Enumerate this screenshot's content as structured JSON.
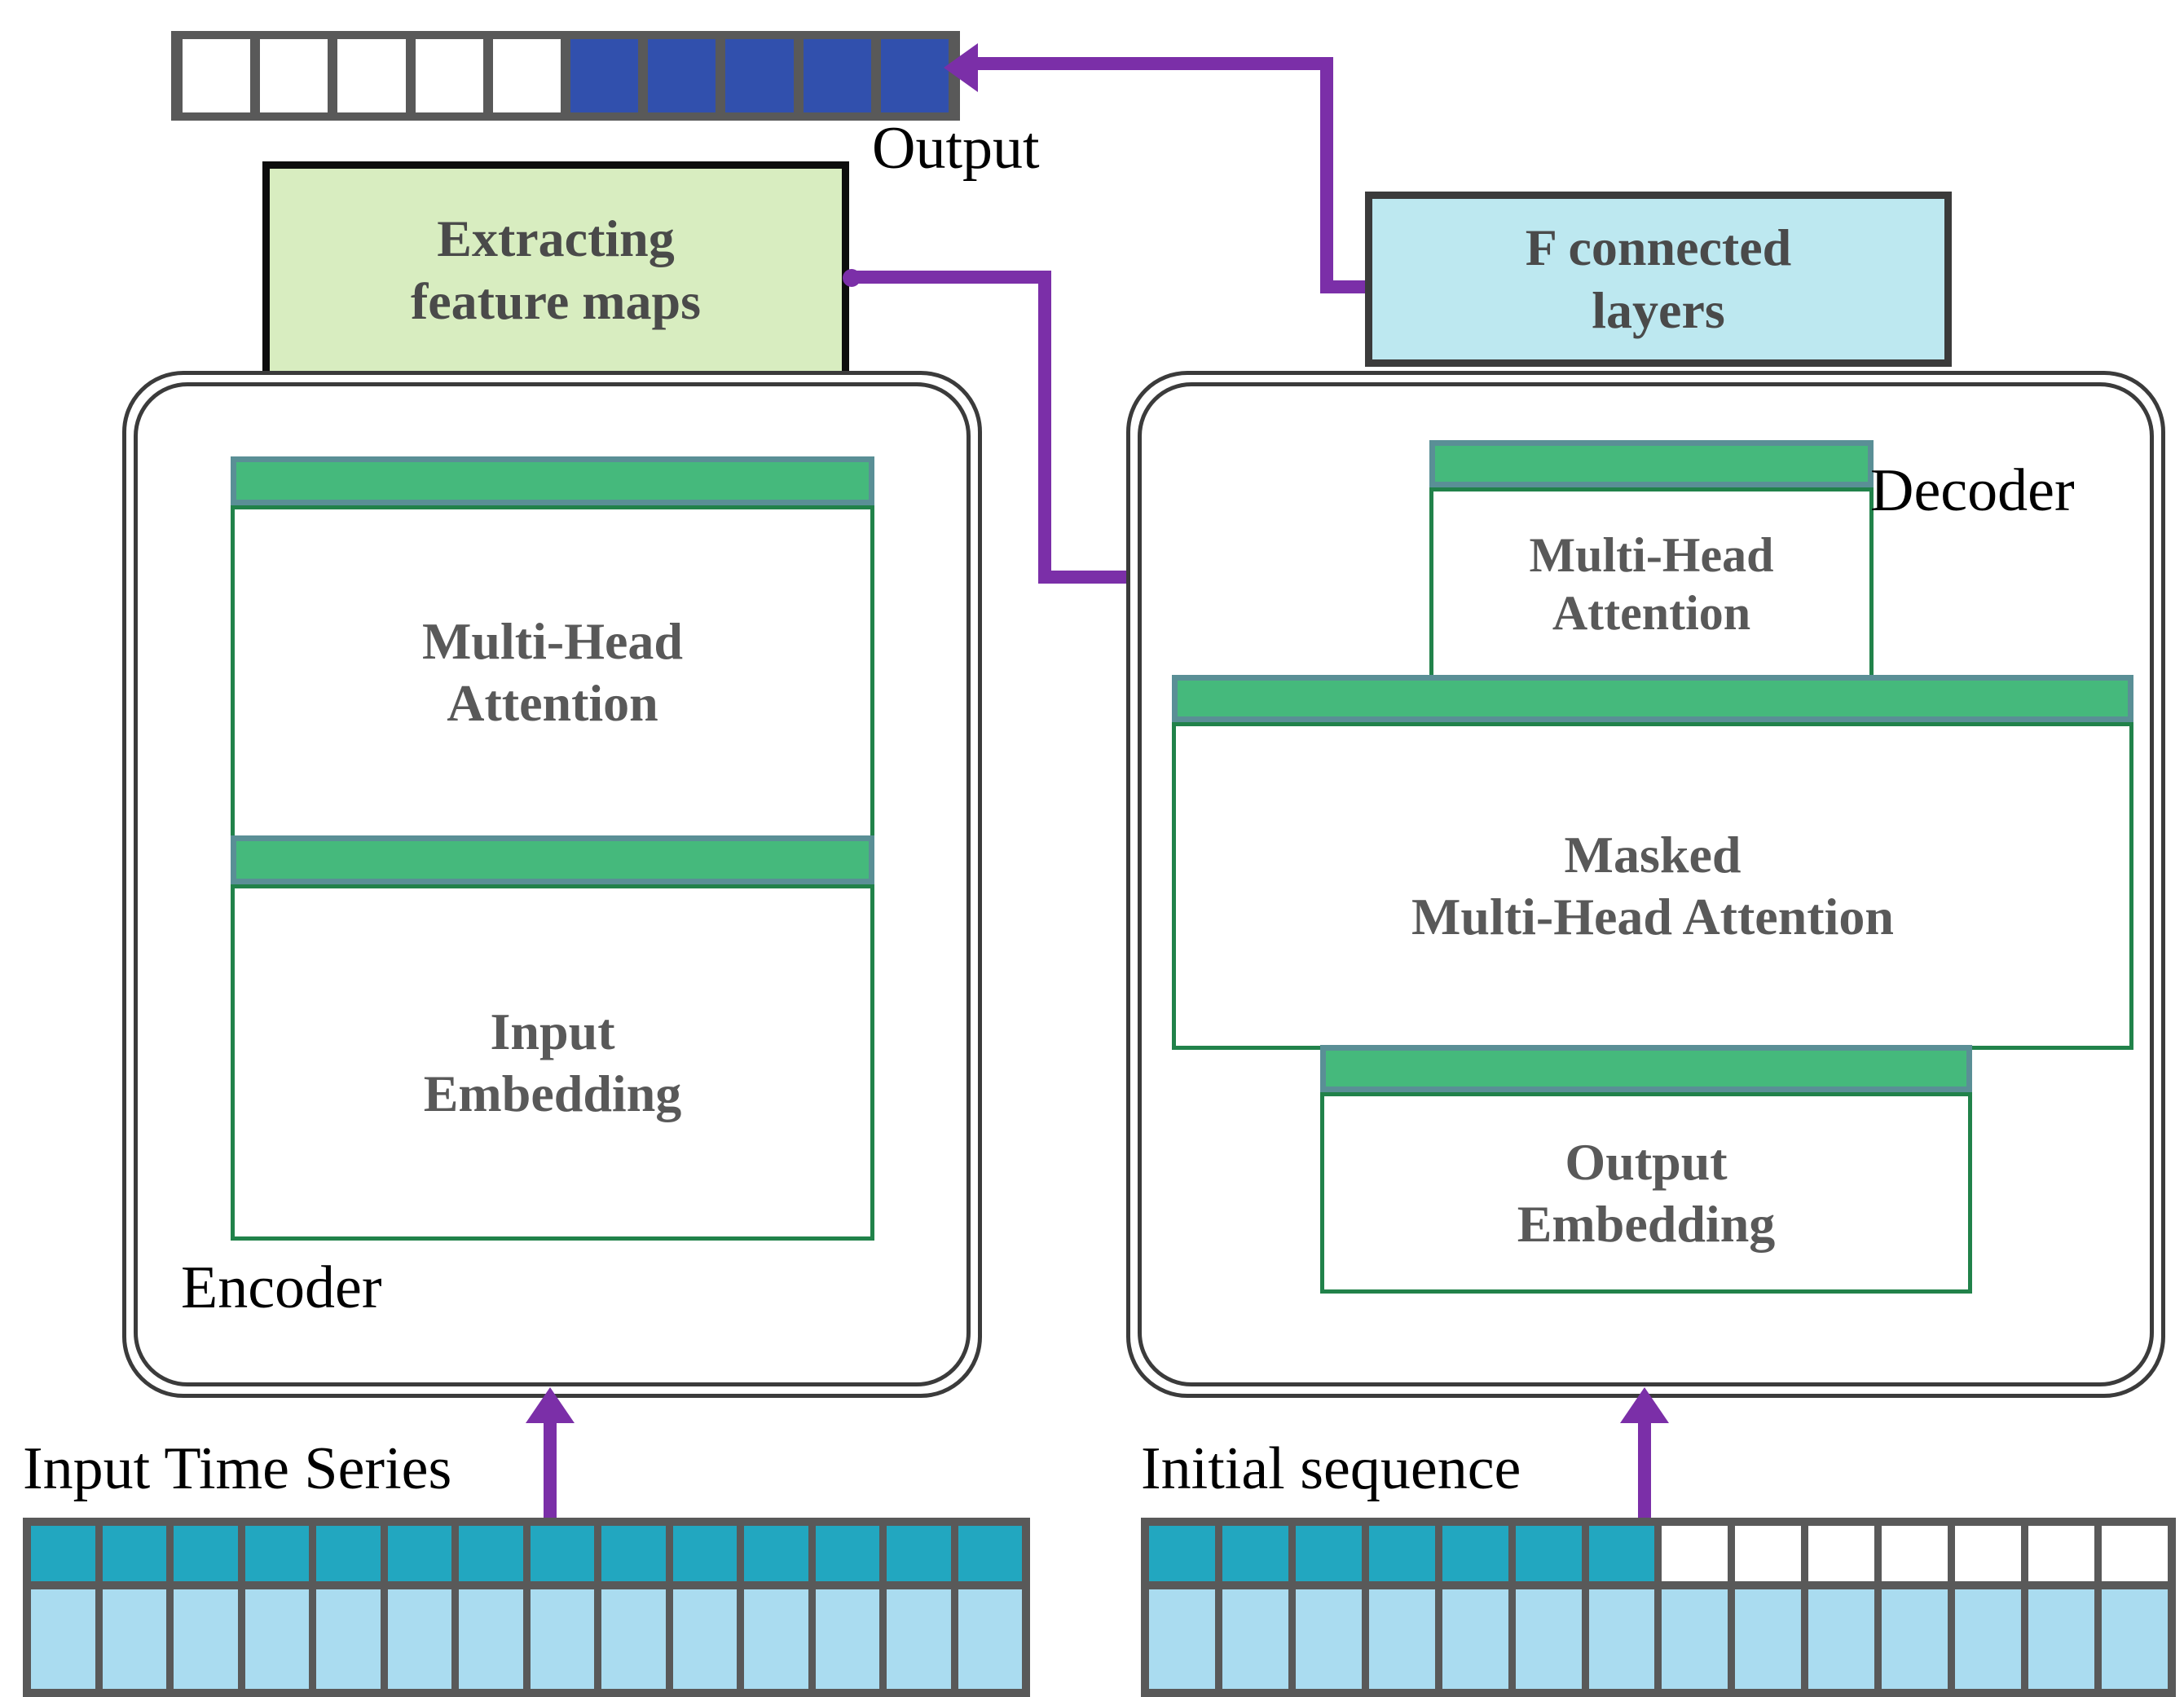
{
  "colors": {
    "purple": "#7b2fa8",
    "green_header": "#45b97c",
    "teal_strip": "#5a8f96",
    "green_border": "#21824a",
    "box_green_fill": "#d8edc0",
    "box_blue_fill": "#bde8f0",
    "grey_frame": "#595959",
    "output_blue_cell": "#3150ad",
    "input_teal_cell": "#22a7c0",
    "input_light_cell": "#aadcf0",
    "text_grey": "#595959",
    "label_black": "#000000"
  },
  "output_sequence": {
    "label": "Output",
    "cells": [
      "empty",
      "empty",
      "empty",
      "empty",
      "empty",
      "filled",
      "filled",
      "filled",
      "filled",
      "filled"
    ],
    "filled_count": 5,
    "empty_count": 5,
    "total_cells": 10
  },
  "extracting_box": {
    "line1": "Extracting",
    "line2": "feature maps"
  },
  "fc_box": {
    "line1": "F connected",
    "line2": "layers"
  },
  "encoder": {
    "label": "Encoder",
    "modules": [
      {
        "line1": "Multi-Head",
        "line2": "Attention"
      },
      {
        "line1": "Input",
        "line2": "Embedding"
      }
    ]
  },
  "decoder": {
    "label": "Decoder",
    "modules": [
      {
        "line1": "Multi-Head",
        "line2": "Attention"
      },
      {
        "line1": "Masked",
        "line2": "Multi-Head Attention"
      },
      {
        "line1": "Output",
        "line2": "Embedding"
      }
    ]
  },
  "input_series": {
    "label": "Input Time Series",
    "total_cells": 14,
    "top_row": [
      "teal",
      "teal",
      "teal",
      "teal",
      "teal",
      "teal",
      "teal",
      "teal",
      "teal",
      "teal",
      "teal",
      "teal",
      "teal",
      "teal"
    ],
    "bottom_row": [
      "light",
      "light",
      "light",
      "light",
      "light",
      "light",
      "light",
      "light",
      "light",
      "light",
      "light",
      "light",
      "light",
      "light"
    ]
  },
  "initial_sequence": {
    "label": "Initial sequence",
    "total_cells": 14,
    "top_row": [
      "teal",
      "teal",
      "teal",
      "teal",
      "teal",
      "teal",
      "teal",
      "empty",
      "empty",
      "empty",
      "empty",
      "empty",
      "empty",
      "empty"
    ],
    "bottom_row": [
      "light",
      "light",
      "light",
      "light",
      "light",
      "light",
      "light",
      "light",
      "light",
      "light",
      "light",
      "light",
      "light",
      "light"
    ]
  },
  "connectors": [
    {
      "name": "fc-to-output",
      "from": "F connected layers",
      "to": "Output sequence"
    },
    {
      "name": "feature-maps-to-decoder-mha",
      "from": "Extracting feature maps",
      "to": "Decoder Multi-Head Attention"
    },
    {
      "name": "input-series-to-encoder",
      "from": "Input Time Series",
      "to": "Encoder"
    },
    {
      "name": "initial-sequence-to-decoder",
      "from": "Initial sequence",
      "to": "Decoder"
    }
  ]
}
